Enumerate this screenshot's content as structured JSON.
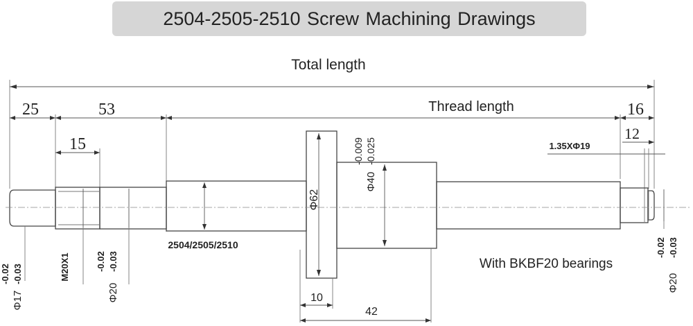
{
  "title": "2504-2505-2510  Screw Machining Drawings",
  "labels": {
    "total_length": "Total length",
    "thread_length": "Thread length",
    "dim_25": "25",
    "dim_53": "53",
    "dim_15": "15",
    "dim_16": "16",
    "dim_12": "12",
    "groove": "1.35XΦ19",
    "tol_40": "-0.009\n-0.025",
    "dia_40": "Φ40",
    "dia_62": "Φ62",
    "dia_17": "Φ17",
    "tol_17": "-0.02\n-0.03",
    "thread_m20": "M20X1",
    "dia_20_left": "Φ20",
    "tol_20_left": "-0.02\n-0.03",
    "dia_20_right": "Φ20",
    "tol_20_right": "-0.02\n-0.03",
    "models": "2504/2505/2510",
    "bearings": "With BKBF20 bearings",
    "dim_10": "10",
    "dim_42": "42"
  }
}
